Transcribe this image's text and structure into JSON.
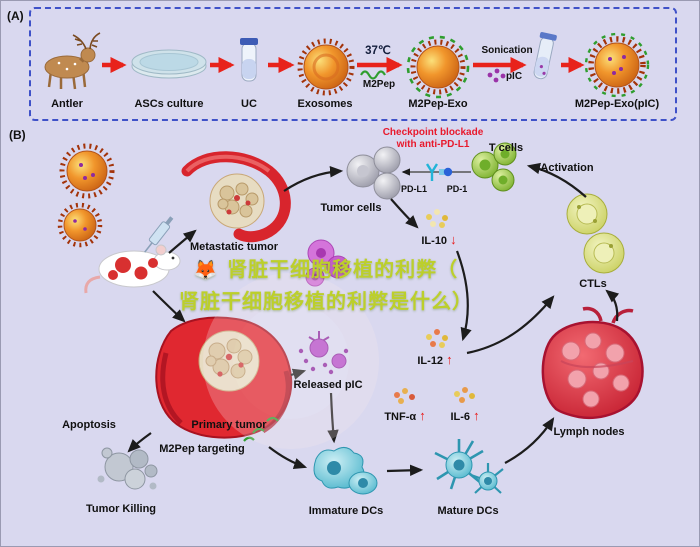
{
  "figure": {
    "panel_a": {
      "tag": "(A)",
      "steps": [
        "Antler",
        "ASCs culture",
        "UC",
        "Exosomes",
        "M2Pep-Exo",
        "M2Pep-Exo(pIC)"
      ],
      "annotations": {
        "temperature": "37℃",
        "m2pep": "M2Pep",
        "sonication": "Sonication",
        "pic": "pIC"
      }
    },
    "panel_b": {
      "tag": "(B)",
      "labels": {
        "metastatic_tumor": "Metastatic tumor",
        "tumor_cells": "Tumor cells",
        "checkpoint_line1": "Checkpoint blockade",
        "checkpoint_line2": "with anti-PD-L1",
        "pd_l1": "PD-L1",
        "pd_1": "PD-1",
        "t_cells": "T cells",
        "activation": "Activation",
        "ctls": "CTLs",
        "released_pic": "Released pIC",
        "lymph_nodes": "Lymph nodes",
        "apoptosis": "Apoptosis",
        "primary_tumor": "Primary tumor",
        "m2pep_targeting": "M2Pep targeting",
        "tumor_killing": "Tumor Killing",
        "immature_dcs": "Immature DCs",
        "mature_dcs": "Mature DCs"
      },
      "cytokines": {
        "il10": {
          "name": "IL-10",
          "arrow": "↓"
        },
        "il12": {
          "name": "IL-12",
          "arrow": "↑"
        },
        "tnfa": {
          "name": "TNF-α",
          "arrow": "↑"
        },
        "il6": {
          "name": "IL-6",
          "arrow": "↑"
        }
      }
    },
    "watermark": {
      "emoji": "🦊",
      "line1": "肾脏干细胞移植的利弊（",
      "line2": "肾脏干细胞移植的利弊是什么）"
    }
  },
  "colors": {
    "background": "#d9d8ef",
    "panel_border_blue": "#3f51c8",
    "flow_arrow_red": "#e8231b",
    "checkpoint_text_red": "#e8192c",
    "cytokine_arrow_red": "#e81a1a",
    "watermark_yellow_green": "#bccf2b",
    "exosome_orange": "#f1962c",
    "m2pep_green": "#2f9e2f",
    "pic_purple": "#8e2aa0"
  }
}
